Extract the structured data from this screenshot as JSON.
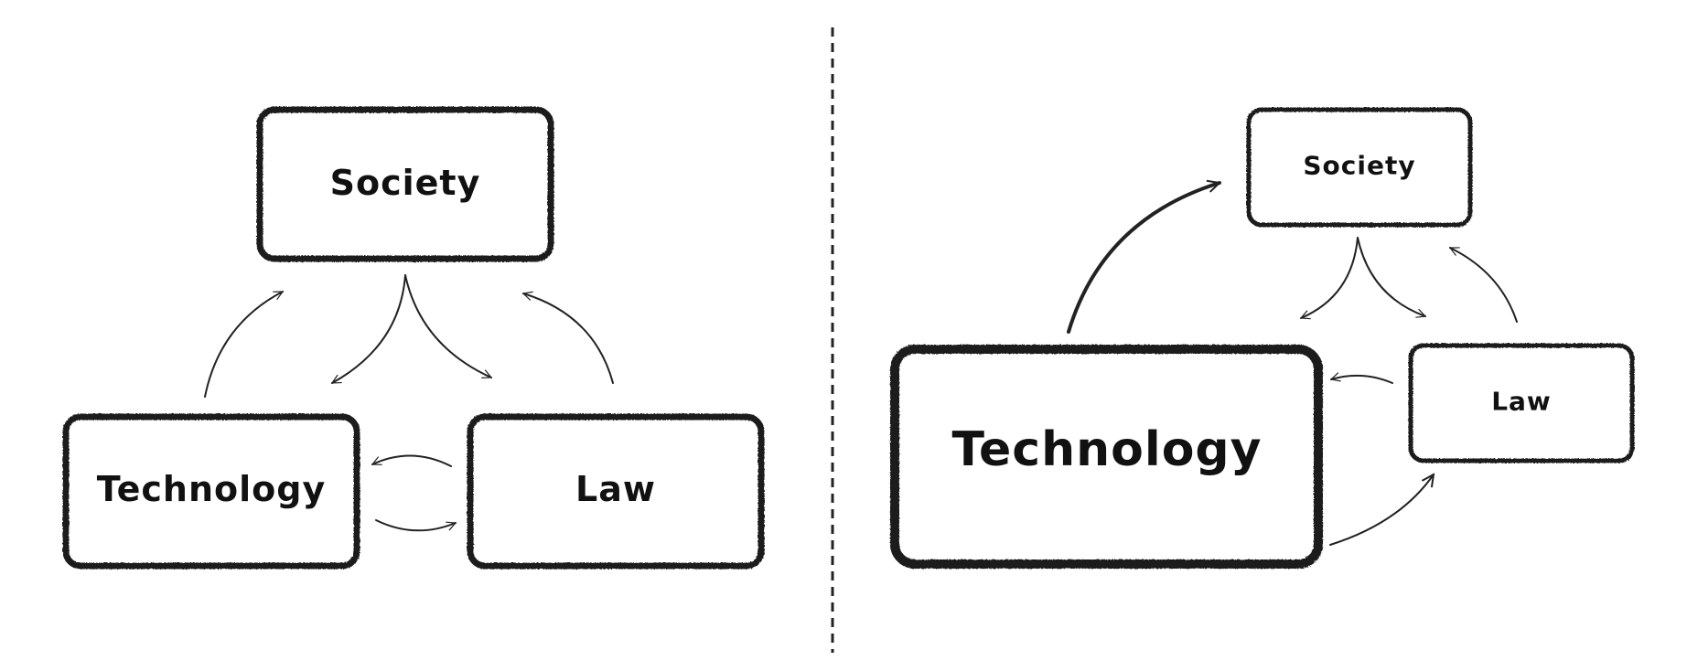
{
  "left_diagram": {
    "nodes": {
      "society": "Society",
      "technology": "Technology",
      "law": "Law"
    },
    "edges": [
      {
        "from": "Technology",
        "to": "Society"
      },
      {
        "from": "Society",
        "to": "Technology"
      },
      {
        "from": "Society",
        "to": "Law"
      },
      {
        "from": "Law",
        "to": "Society"
      },
      {
        "from": "Law",
        "to": "Technology"
      },
      {
        "from": "Technology",
        "to": "Law"
      }
    ]
  },
  "right_diagram": {
    "nodes": {
      "society": "Society",
      "technology": "Technology",
      "law": "Law"
    },
    "edges": [
      {
        "from": "Technology",
        "to": "Society"
      },
      {
        "from": "Society",
        "to": "Technology"
      },
      {
        "from": "Society",
        "to": "Law"
      },
      {
        "from": "Law",
        "to": "Society"
      },
      {
        "from": "Law",
        "to": "Technology"
      },
      {
        "from": "Technology",
        "to": "Law"
      }
    ]
  },
  "colors": {
    "stroke": "#1a1a1a",
    "background": "#ffffff"
  }
}
